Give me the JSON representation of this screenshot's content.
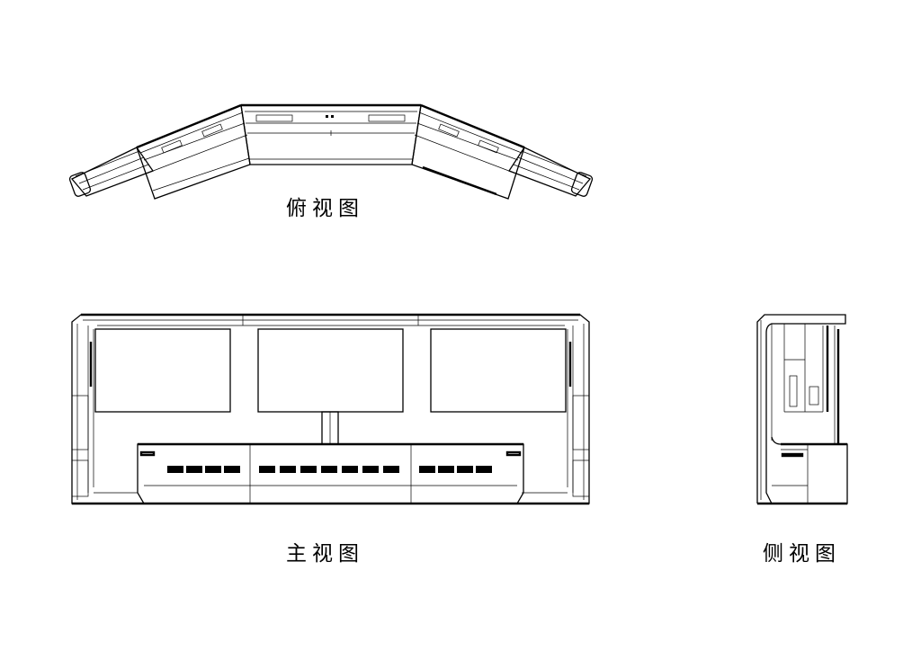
{
  "views": {
    "top_view_label": "俯视图",
    "front_view_label": "主视图",
    "side_view_label": "侧视图"
  },
  "colors": {
    "line": "#000000",
    "background": "#ffffff"
  }
}
